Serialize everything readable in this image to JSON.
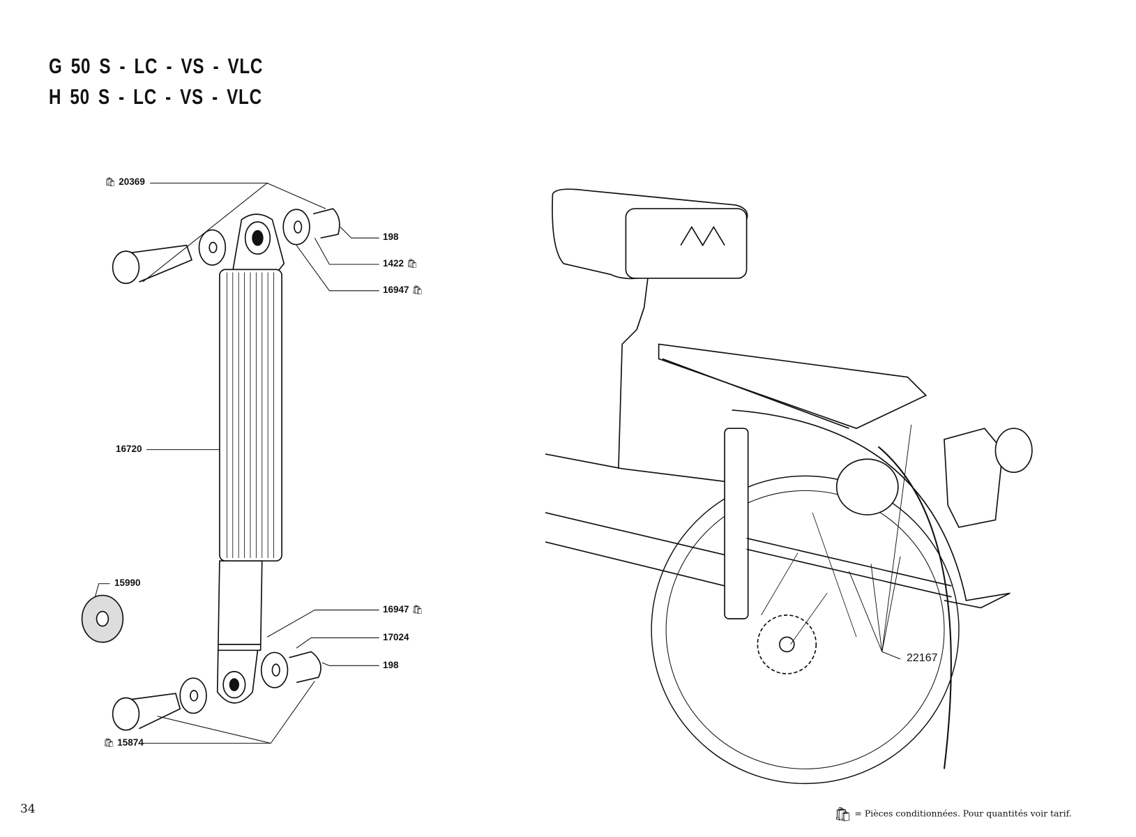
{
  "title": {
    "line1": "G 50 S  -  LC  -  VS  -  VLC",
    "line2": "H 50 S  -  LC  -  VS  -  VLC"
  },
  "parts": {
    "p20369": "20369",
    "p198_top": "198",
    "p1422": "1422",
    "p16947_top": "16947",
    "p16720": "16720",
    "p15990": "15990",
    "p16947_bottom": "16947",
    "p17024": "17024",
    "p198_bottom": "198",
    "p15874": "15874",
    "p22167": "22167"
  },
  "page_number": "34",
  "legend": {
    "icon": "packaged-parts-bag-icon",
    "text": "= Pièces conditionnées. Pour quantités voir tarif."
  }
}
